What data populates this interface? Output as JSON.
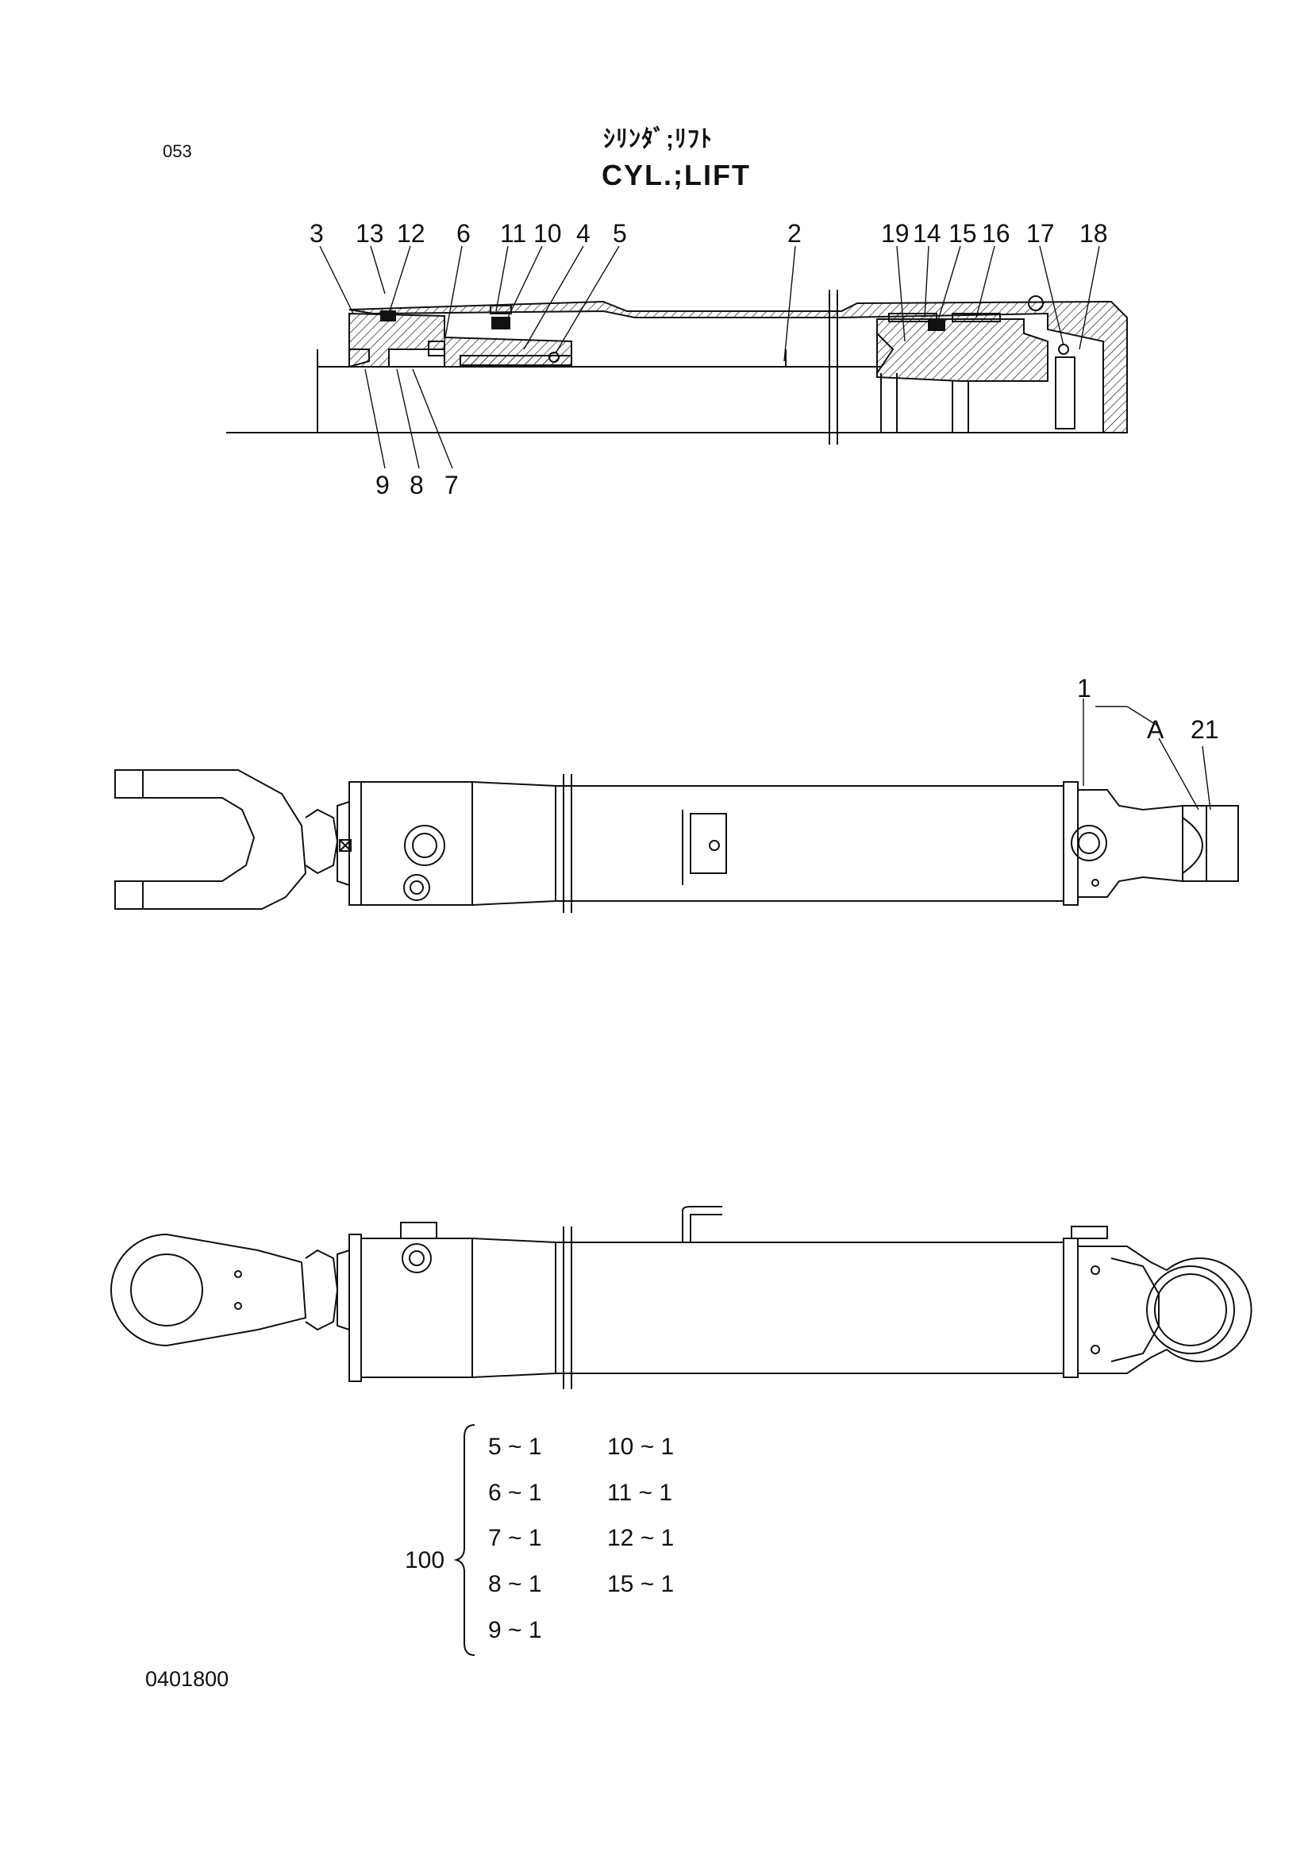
{
  "header": {
    "page_number": "053",
    "title_jp": "ｼﾘﾝﾀﾞ;ﾘﾌﾄ",
    "title_en": "CYL.;LIFT"
  },
  "callouts": {
    "top": [
      "3",
      "13",
      "12",
      "6",
      "11",
      "10",
      "4",
      "5",
      "2",
      "19",
      "14",
      "15",
      "16",
      "17",
      "18"
    ],
    "bottom": [
      "9",
      "8",
      "7"
    ],
    "side_view": [
      "1",
      "A",
      "21"
    ]
  },
  "kit": {
    "number": "100",
    "left_column": [
      "5 ~ 1",
      "6 ~ 1",
      "7 ~ 1",
      "8 ~ 1",
      "9 ~ 1"
    ],
    "right_column": [
      "10 ~ 1",
      "11 ~ 1",
      "12 ~ 1",
      "15 ~ 1"
    ]
  },
  "footer": {
    "document_number": "0401800"
  },
  "colors": {
    "line": "#111111",
    "seal": "#111111"
  }
}
